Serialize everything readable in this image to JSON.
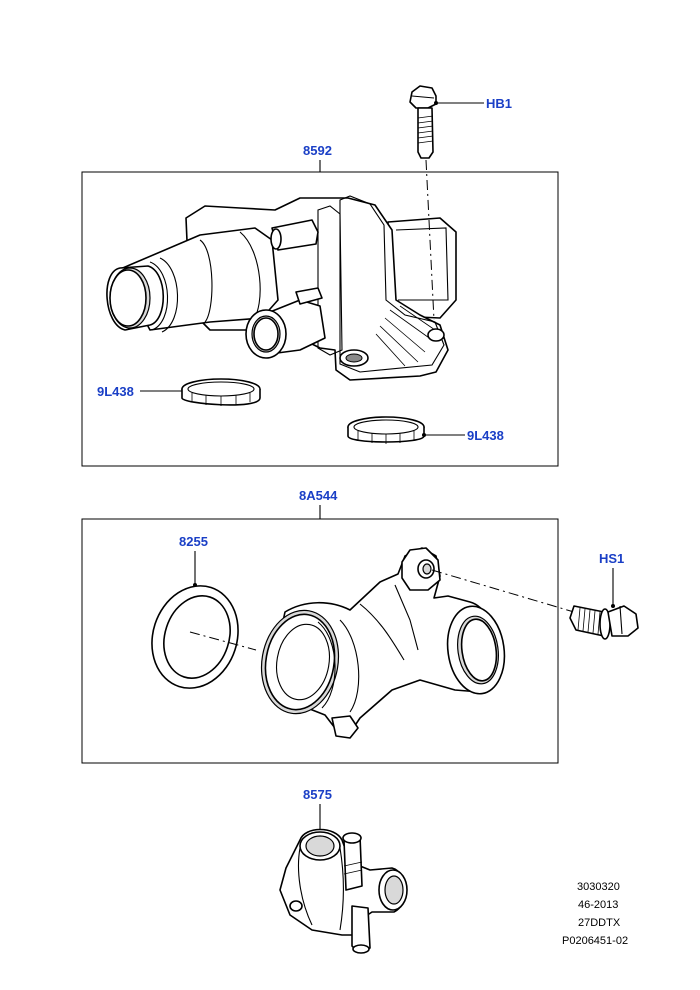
{
  "callouts": {
    "hb1": "HB1",
    "c8592": "8592",
    "l9l438_a": "9L438",
    "l9l438_b": "9L438",
    "c8a544": "8A544",
    "c8255": "8255",
    "hs1": "HS1",
    "c8575": "8575"
  },
  "reference": {
    "line1": "3030320",
    "line2": "46-2013",
    "line3": "27DDTX",
    "line4": "P0206451-02"
  },
  "colors": {
    "callout_text": "#1a3fc6",
    "linework": "#000000",
    "background": "#ffffff"
  }
}
